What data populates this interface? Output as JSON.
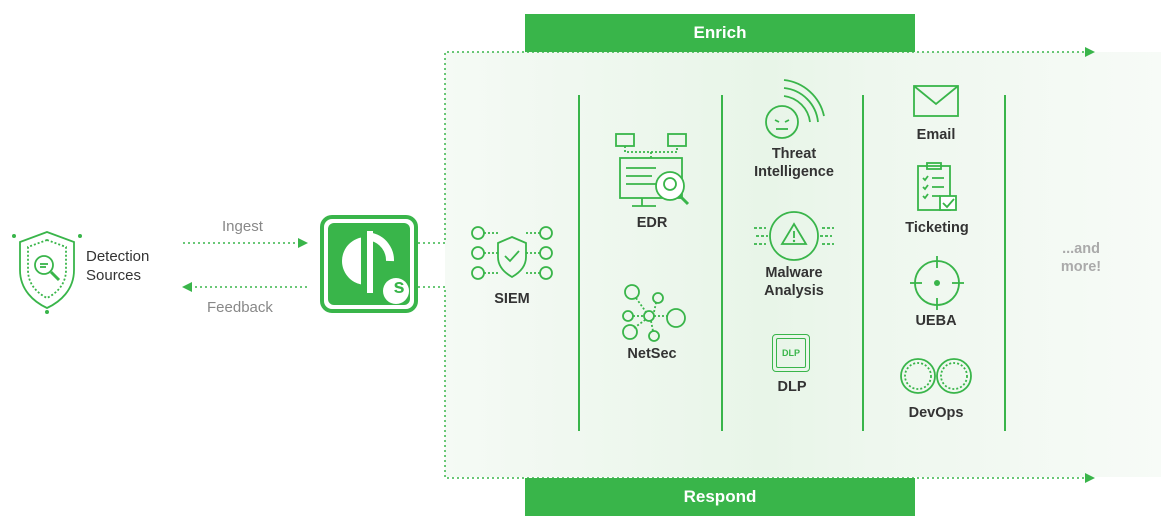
{
  "enrich_label": "Enrich",
  "respond_label": "Respond",
  "detection_sources": "Detection\nSources",
  "ingest_label": "Ingest",
  "feedback_label": "Feedback",
  "logo_letter": "s",
  "columns": {
    "siem": "SIEM",
    "edr": "EDR",
    "netsec": "NetSec",
    "threat_intel": "Threat\nIntelligence",
    "malware_analysis": "Malware\nAnalysis",
    "dlp": "DLP",
    "dlp_icon_text": "DLP",
    "email": "Email",
    "ticketing": "Ticketing",
    "ueba": "UEBA",
    "devops": "DevOps",
    "more": "...and\nmore!"
  },
  "colors": {
    "accent": "#39b54a",
    "text": "#333333",
    "muted": "#888888"
  }
}
